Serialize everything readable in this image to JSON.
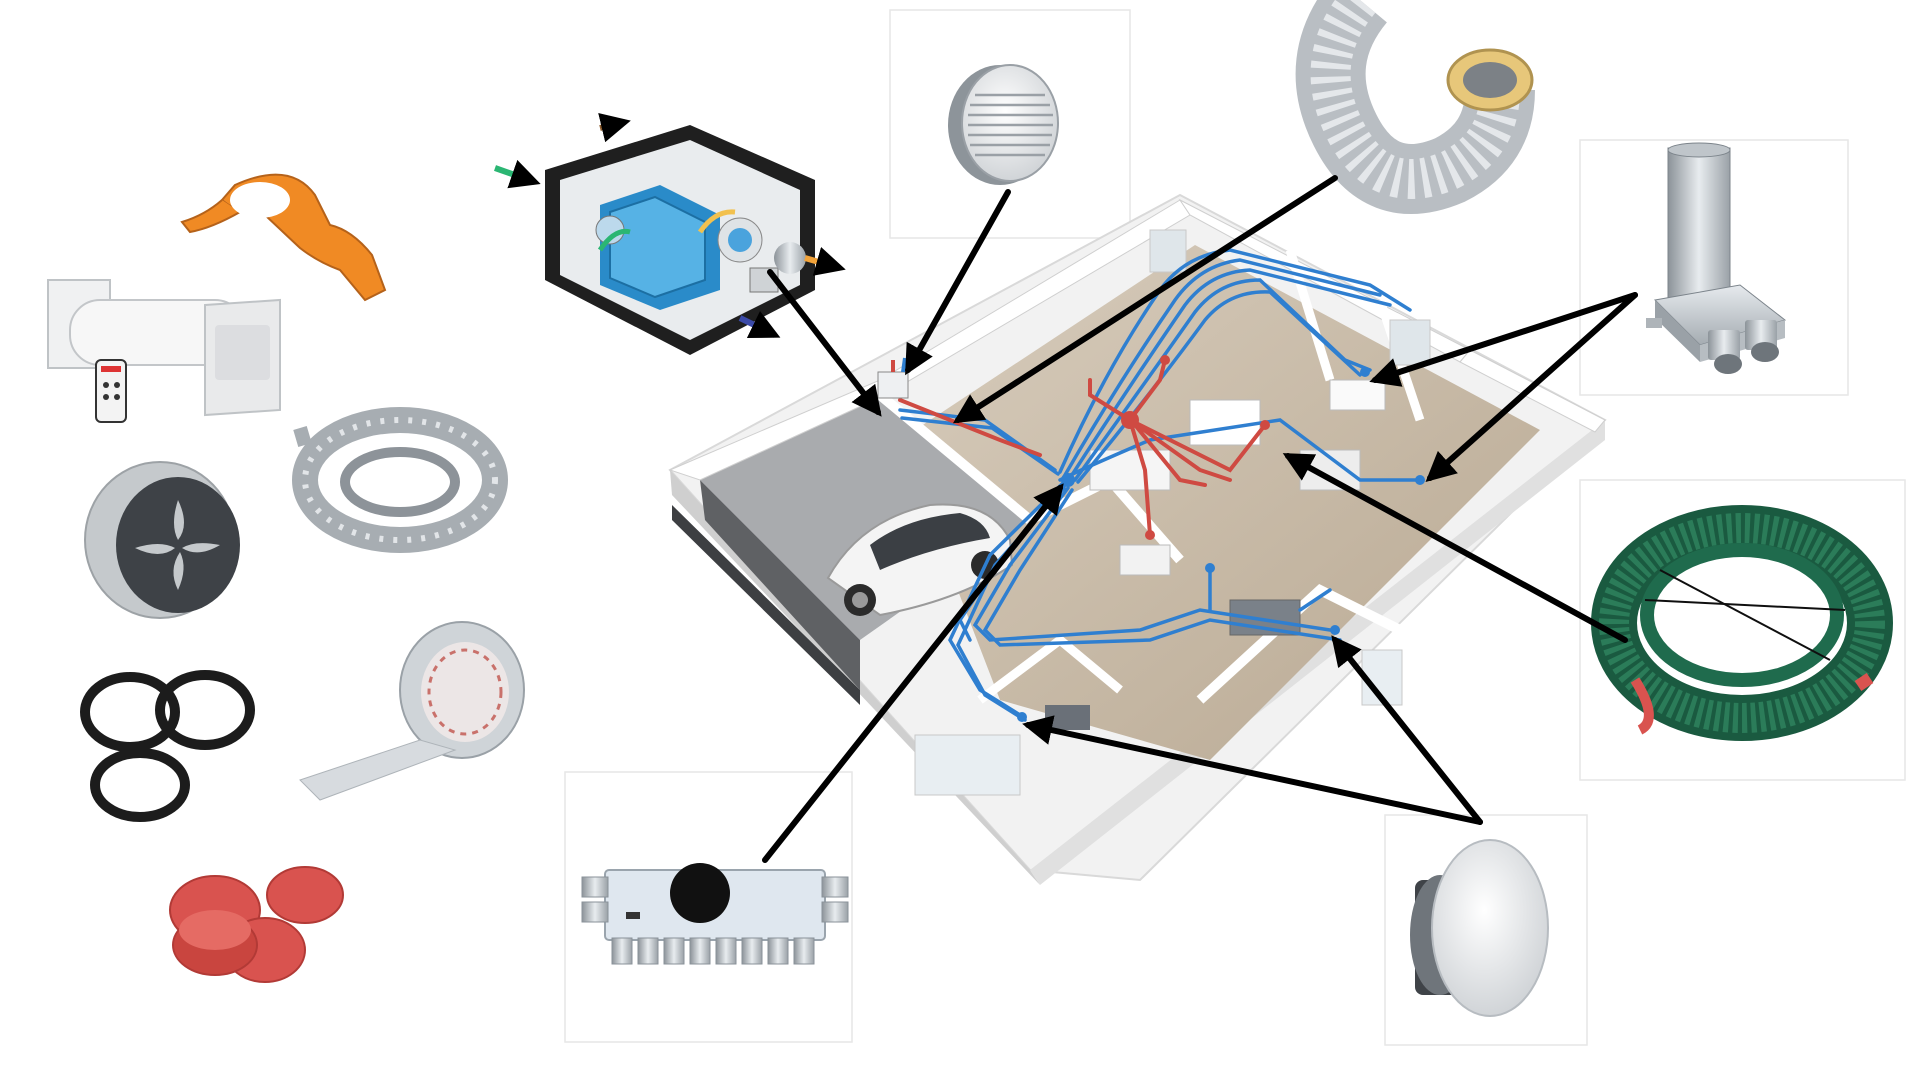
{
  "diagram": {
    "kind": "ventilation-installation-overview",
    "colors": {
      "supply_pipes": "#2f7fd0",
      "extract_pipes": "#cf4a42",
      "arrows": "#000000",
      "accessory_orange": "#f08a24",
      "hose_green": "#1f6b4d",
      "end_caps": "#d9534f"
    },
    "components": [
      {
        "id": "heat-recovery-unit",
        "icon": "ventilation-unit-cutaway-icon"
      },
      {
        "id": "round-wall-grille",
        "icon": "round-grille-icon"
      },
      {
        "id": "insulated-flexible-duct",
        "icon": "flexible-duct-icon"
      },
      {
        "id": "plenum-box",
        "icon": "plenum-box-icon"
      },
      {
        "id": "green-corrugated-hose",
        "icon": "corrugated-hose-roll-icon"
      },
      {
        "id": "disc-valve",
        "icon": "disc-valve-icon"
      },
      {
        "id": "distribution-box",
        "icon": "distribution-box-icon"
      },
      {
        "id": "orange-wrench",
        "icon": "wrench-icon"
      },
      {
        "id": "wall-fan",
        "icon": "wall-fan-icon"
      },
      {
        "id": "remote-control",
        "icon": "remote-icon"
      },
      {
        "id": "perforated-tape",
        "icon": "perforated-strap-icon"
      },
      {
        "id": "insulated-end-plug",
        "icon": "insulated-plug-icon"
      },
      {
        "id": "aluminium-tape",
        "icon": "aluminium-tape-icon"
      },
      {
        "id": "sealing-rings",
        "icon": "sealing-ring-icon"
      },
      {
        "id": "red-end-caps",
        "icon": "end-cap-icon"
      }
    ]
  }
}
